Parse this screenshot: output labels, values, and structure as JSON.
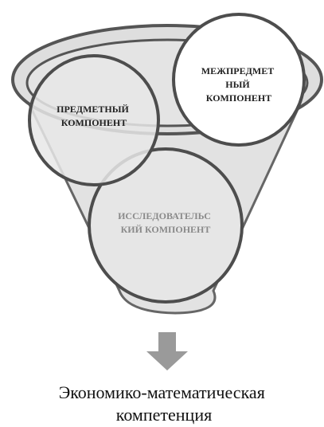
{
  "components": {
    "subject": {
      "lines": [
        "ПРЕДМЕТНЫЙ",
        "КОМПОНЕНТ"
      ]
    },
    "interdisciplinary": {
      "lines": [
        "МЕЖПРЕДМЕТ",
        "НЫЙ",
        "КОМПОНЕНТ"
      ]
    },
    "research": {
      "lines": [
        "ИССЛЕДОВАТЕЛЬС",
        "КИЙ КОМПОНЕНТ"
      ]
    }
  },
  "result": {
    "lines": [
      "Экономико-математическая",
      "компетенция"
    ]
  },
  "colors": {
    "funnel_fill": "#e2e2e2",
    "funnel_stroke": "#555555",
    "arrow": "#9a9a9a"
  }
}
